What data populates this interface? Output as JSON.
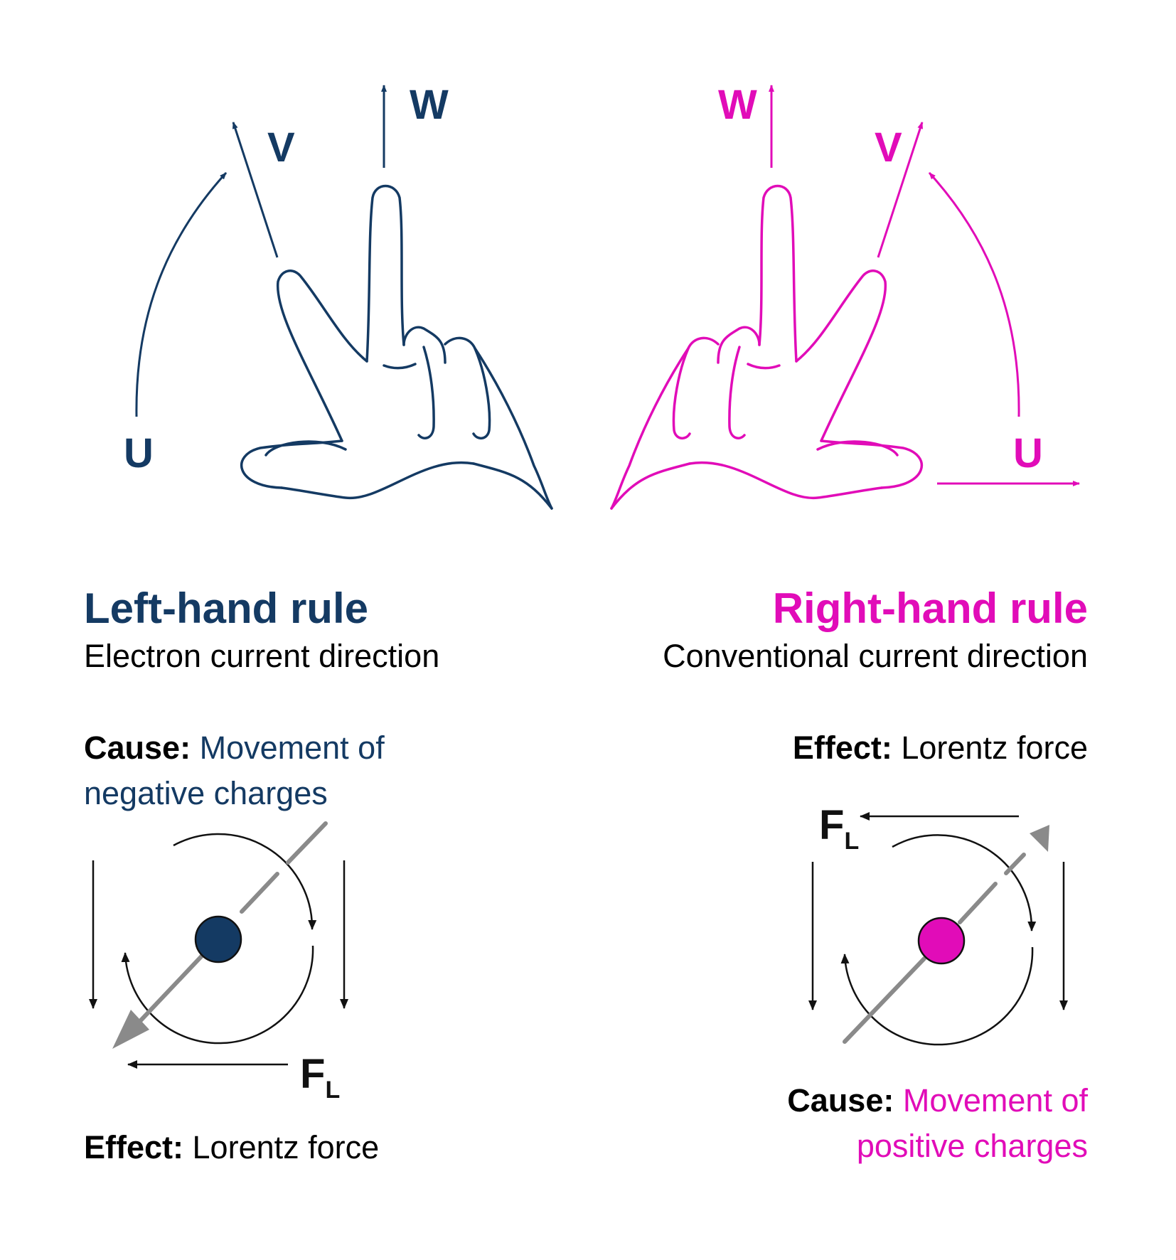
{
  "colors": {
    "left": "#143a63",
    "right": "#e10cb8",
    "gray": "#8a8a8a",
    "ink": "#111111"
  },
  "left": {
    "axis_u": "U",
    "axis_v": "V",
    "axis_w": "W",
    "title": "Left-hand rule",
    "subtitle": "Electron current direction",
    "cause_label": "Cause:",
    "cause_text_1": "Movement of",
    "cause_text_2": "negative charges",
    "force_symbol": "F",
    "force_sub": "L",
    "effect_label": "Effect:",
    "effect_text": "Lorentz force"
  },
  "right": {
    "axis_u": "U",
    "axis_v": "V",
    "axis_w": "W",
    "title": "Right-hand rule",
    "subtitle": "Conventional current direction",
    "effect_label": "Effect:",
    "effect_text": "Lorentz force",
    "force_symbol": "F",
    "force_sub": "L",
    "cause_label": "Cause:",
    "cause_text_1": "Movement of",
    "cause_text_2": "positive charges"
  }
}
